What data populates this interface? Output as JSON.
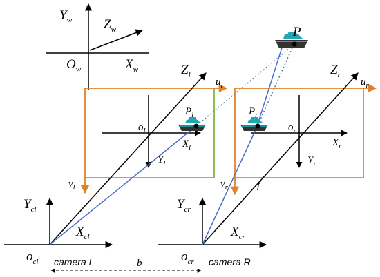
{
  "world": {
    "y": "Y",
    "y_sub": "w",
    "z": "Z",
    "z_sub": "w",
    "x": "X",
    "x_sub": "w",
    "o": "O",
    "o_sub": "w"
  },
  "point": {
    "p": "P"
  },
  "left_cam": {
    "z": "Z",
    "z_sub": "l",
    "u": "u",
    "u_sub": "l",
    "v": "v",
    "v_sub": "l",
    "o": "o",
    "o_sub": "l",
    "x": "X",
    "x_sub": "l",
    "y": "Y",
    "y_sub": "l",
    "p": "P",
    "p_sub": "l",
    "yc": "Y",
    "yc_sub": "cl",
    "xc": "X",
    "xc_sub": "cl",
    "oc": "o",
    "oc_sub": "cl",
    "caption": "camera L"
  },
  "right_cam": {
    "z": "Z",
    "z_sub": "r",
    "u": "u",
    "u_sub": "r",
    "v": "v",
    "v_sub": "r",
    "o": "o",
    "o_sub": "r",
    "x": "X",
    "x_sub": "r",
    "y": "Y",
    "y_sub": "r",
    "p": "P",
    "p_sub": "r",
    "yc": "Y",
    "yc_sub": "cr",
    "xc": "X",
    "xc_sub": "cr",
    "oc": "o",
    "oc_sub": "cr",
    "caption": "camera R"
  },
  "baseline": {
    "b": "b"
  },
  "focal": {
    "f": "f"
  },
  "colors": {
    "image_frame": "#7ab648",
    "pixel_axes": "#e0822a",
    "rays": "#4a6fbf",
    "axes": "#000000",
    "boat_hull": "#333333",
    "boat_top": "#1fa7b8"
  }
}
